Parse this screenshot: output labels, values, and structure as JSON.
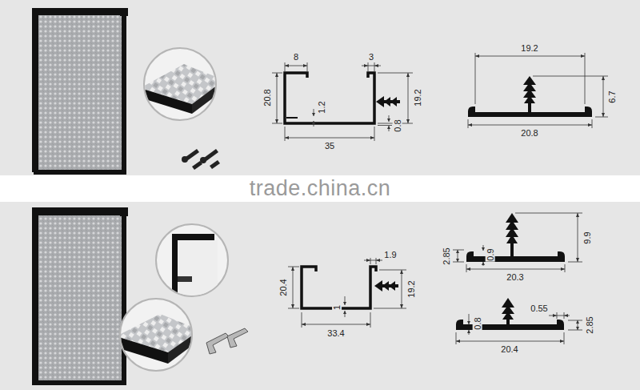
{
  "diagram": {
    "labels": [
      "8",
      "3",
      "20.8",
      "1.2",
      "19.2",
      "35",
      "0.8",
      "19.2",
      "6.7",
      "20.8",
      "trade.china.cn",
      "1.9",
      "20.4",
      "19.2",
      "1",
      "33.4",
      "2.85",
      "0.9",
      "9.9",
      "20.3",
      "0.8",
      "0.55",
      "2.85",
      "20.4"
    ]
  }
}
